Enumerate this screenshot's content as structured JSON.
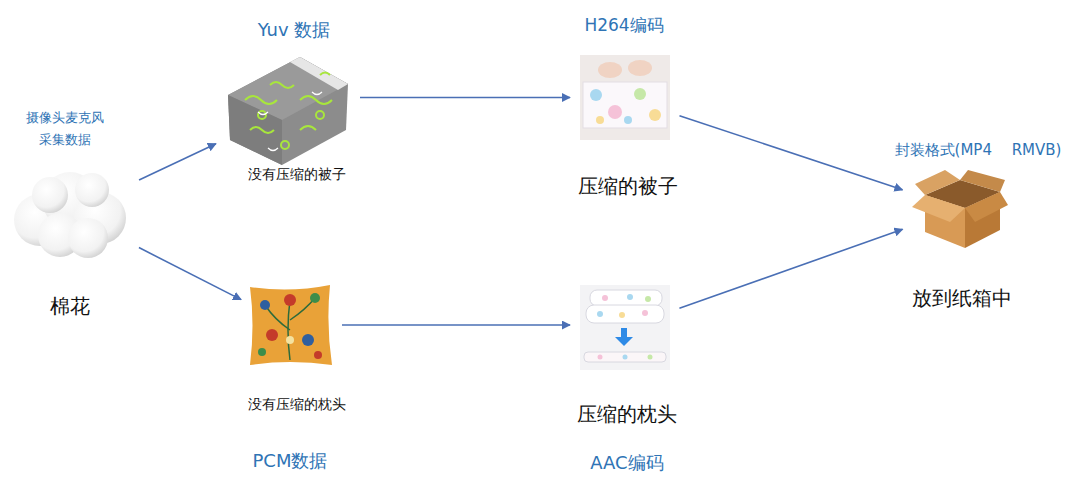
{
  "diagram": {
    "nodes": [
      {
        "text": [
          "摄像头麦克风 采集数据",
          "棉花"
        ]
      },
      {
        "text": [
          "Yuv 数据",
          "没有压缩的被子"
        ]
      },
      {
        "text": [
          "H264编码",
          "压缩的被子"
        ]
      },
      {
        "text": [
          "没有压缩的枕头",
          "PCM数据"
        ]
      },
      {
        "text": [
          "压缩的枕头",
          "AAC编码"
        ]
      },
      {
        "text": [
          "封装格式(MP4　 RMVB)",
          "放到纸箱中"
        ]
      }
    ],
    "edges": [
      {
        "from": 0,
        "to": 1,
        "arrow": "to"
      },
      {
        "from": 0,
        "to": 3,
        "arrow": "to"
      },
      {
        "from": 1,
        "to": 2,
        "arrow": "to"
      },
      {
        "from": 3,
        "to": 4,
        "arrow": "to"
      },
      {
        "from": 2,
        "to": 5,
        "arrow": "to"
      },
      {
        "from": 4,
        "to": 5,
        "arrow": "to"
      }
    ]
  }
}
